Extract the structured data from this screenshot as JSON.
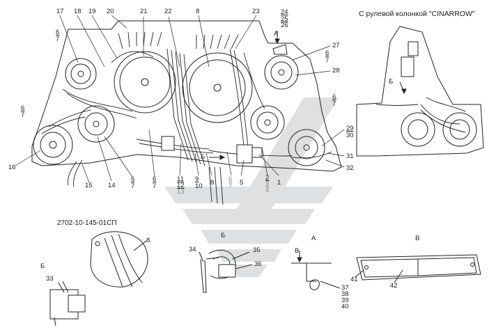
{
  "header": {
    "variant_caption": "С рулевой колонкой \"CINARROW\"",
    "part_number": "2702-10-145-01СП"
  },
  "view_labels": {
    "view_b_main": "Б",
    "view_b_inset": "Б",
    "view_b_left": "Б",
    "view_a_main": "А",
    "view_a_detail": "А",
    "view_v_arrow": "В",
    "view_v_detail": "В"
  },
  "callouts": {
    "c1": "1",
    "c2": "2",
    "c3": "3",
    "c4": "4",
    "c5": "5",
    "c6_l1": "6",
    "c7_l1": "7",
    "c6_l2": "6",
    "c7_l2": "7",
    "c6_b1": "6",
    "c7_b1": "7",
    "c6_b2": "6",
    "c7_b2": "7",
    "c6_b3": "6",
    "c7_b3": "7",
    "c6_r1": "6",
    "c7_r1": "7",
    "c6_r2": "6",
    "c7_r2": "7",
    "c8": "8",
    "c8_bottom": "8",
    "c8_detail": "8",
    "c9": "9",
    "c10": "10",
    "c11": "11",
    "c12": "12",
    "c13": "13",
    "c14": "14",
    "c15": "15",
    "c16": "16",
    "c17": "17",
    "c18": "18",
    "c19": "19",
    "c20": "20",
    "c21": "21",
    "c22": "22",
    "c23": "23",
    "c24": "24",
    "c25": "25",
    "c26": "26",
    "c27": "27",
    "c28": "28",
    "c29": "29",
    "c30": "30",
    "c31": "31",
    "c32": "32",
    "c33": "33",
    "c34": "34",
    "c35": "35",
    "c36": "36",
    "c37": "37",
    "c38": "38",
    "c39": "39",
    "c40": "40",
    "c41": "41",
    "c42": "42"
  },
  "colors": {
    "line": "#222222",
    "watermark": "#c9ccce",
    "muted_label": "#8a8a8a"
  }
}
